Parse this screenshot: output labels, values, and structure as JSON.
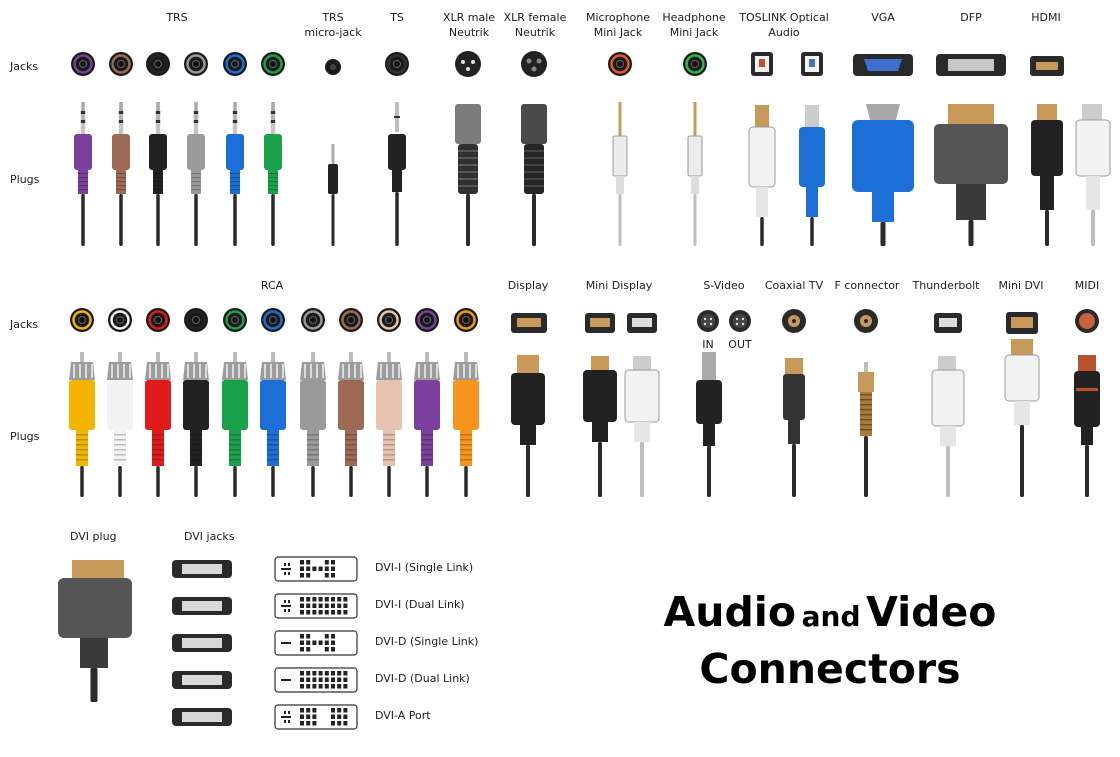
{
  "colors": {
    "purple": "#7b3f9c",
    "brown": "#9c6a55",
    "black": "#222222",
    "gray": "#9a9a9a",
    "blue": "#1b6fd6",
    "green": "#1aa24a",
    "yellow": "#f4b400",
    "white": "#f2f2f2",
    "red": "#e01b1b",
    "pink": "#e8c2b0",
    "orange": "#f7941d",
    "copper": "#c89a5a"
  },
  "rows": {
    "jacks_label": "Jacks",
    "plugs_label": "Plugs"
  },
  "top_labels": [
    {
      "id": "trs",
      "text": "TRS"
    },
    {
      "id": "trs_micro",
      "text": "TRS\nmicro-jack"
    },
    {
      "id": "ts",
      "text": "TS"
    },
    {
      "id": "xlr_male",
      "text": "XLR male\nNeutrik"
    },
    {
      "id": "xlr_female",
      "text": "XLR female\nNeutrik"
    },
    {
      "id": "mic",
      "text": "Microphone\nMini Jack"
    },
    {
      "id": "headphone",
      "text": "Headphone\nMini Jack"
    },
    {
      "id": "toslink",
      "text": "TOSLINK Optical\nAudio"
    },
    {
      "id": "vga",
      "text": "VGA"
    },
    {
      "id": "dfp",
      "text": "DFP"
    },
    {
      "id": "hdmi",
      "text": "HDMI"
    }
  ],
  "mid_labels": [
    {
      "id": "rca",
      "text": "RCA"
    },
    {
      "id": "display",
      "text": "Display"
    },
    {
      "id": "mini_display",
      "text": "Mini Display"
    },
    {
      "id": "svideo",
      "text": "S-Video"
    },
    {
      "id": "coax",
      "text": "Coaxial TV"
    },
    {
      "id": "fconn",
      "text": "F connector"
    },
    {
      "id": "thunderbolt",
      "text": "Thunderbolt"
    },
    {
      "id": "minidvi",
      "text": "Mini DVI"
    },
    {
      "id": "midi",
      "text": "MIDI"
    }
  ],
  "svideo_in": "IN",
  "svideo_out": "OUT",
  "dvi": {
    "plug_label": "DVI plug",
    "jacks_label": "DVI jacks",
    "ports": [
      "DVI-I (Single Link)",
      "DVI-I (Dual Link)",
      "DVI-D (Single Link)",
      "DVI-D (Dual Link)",
      "DVI-A Port"
    ]
  },
  "title": {
    "line1_a": "Audio",
    "line1_b": "and",
    "line1_c": "Video",
    "line2": "Connectors"
  }
}
